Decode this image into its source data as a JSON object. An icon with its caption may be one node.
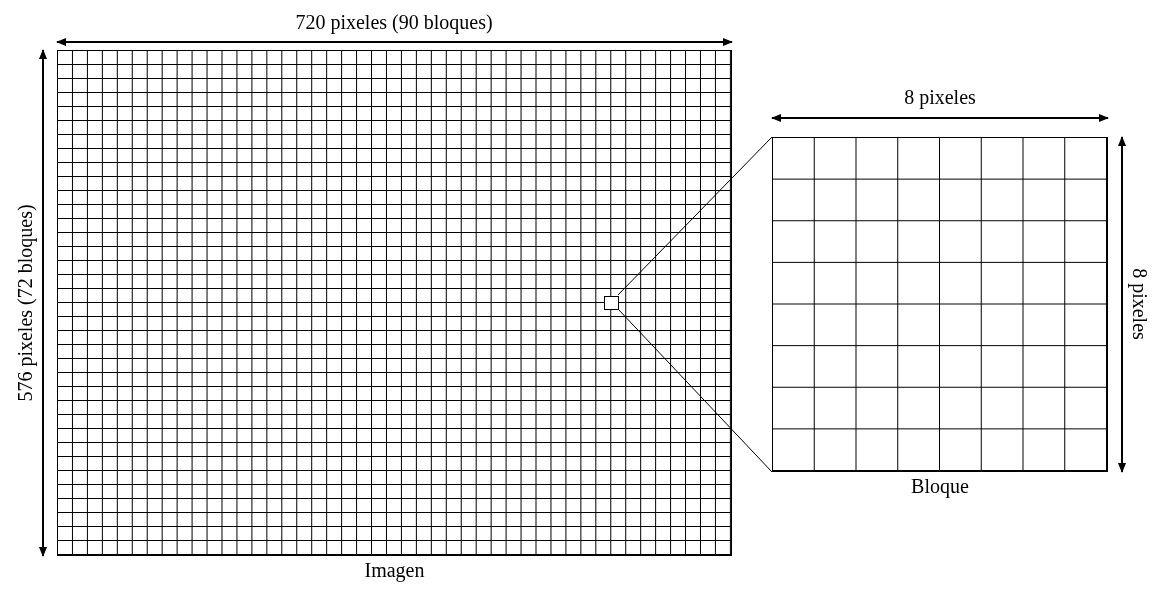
{
  "diagram": {
    "nodes": [
      {
        "text": [
          "Imagen"
        ]
      },
      {
        "text": [],
        "shape": "box",
        "in": 0
      },
      {
        "text": [
          "Bloque"
        ]
      }
    ],
    "edges": [
      {
        "from": 1,
        "to": 2,
        "arrow": "none"
      },
      {
        "from": 1,
        "to": 2,
        "arrow": "none"
      }
    ],
    "labels": [
      "720 pixeles (90 bloques)",
      "576 pixeles (72 bloques)",
      "8 pixeles",
      "8 pixeles"
    ]
  }
}
